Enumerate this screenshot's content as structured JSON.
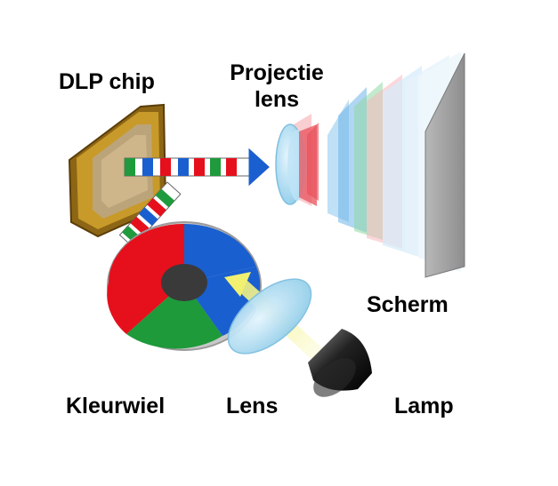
{
  "labels": {
    "dlp_chip": "DLP chip",
    "projectie_line1": "Projectie",
    "projectie_line2": "lens",
    "scherm": "Scherm",
    "kleurwiel": "Kleurwiel",
    "lens": "Lens",
    "lamp": "Lamp"
  },
  "colors": {
    "wheel_red": "#e5101c",
    "wheel_blue": "#1a5fd0",
    "wheel_green": "#1e9a3a",
    "wheel_hub": "#3a3a3a",
    "chip_gold": "#b9861a",
    "chip_inner": "#c9a86a",
    "screen_gray": "#9a9a9a",
    "lens_blue": "#9fd6f0",
    "beam_yellow": "#f3f27a",
    "lamp_black": "#1a1a1a"
  },
  "icons": {
    "chip": "dlp-chip-icon",
    "wheel": "color-wheel-icon",
    "lens": "condenser-lens-icon",
    "lamp": "lamp-icon",
    "projection_lens": "projection-lens-icon",
    "screen": "screen-icon"
  }
}
